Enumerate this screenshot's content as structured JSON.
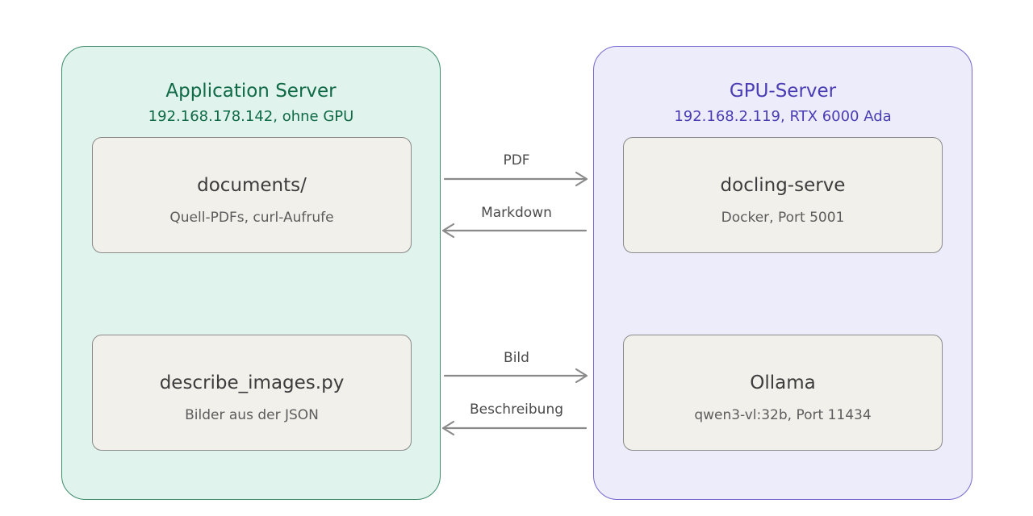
{
  "app_server": {
    "title": "Application Server",
    "subtitle": "192.168.178.142, ohne GPU",
    "boxes": [
      {
        "title": "documents/",
        "subtitle": "Quell-PDFs, curl-Aufrufe"
      },
      {
        "title": "describe_images.py",
        "subtitle": "Bilder aus der JSON"
      }
    ]
  },
  "gpu_server": {
    "title": "GPU-Server",
    "subtitle": "192.168.2.119, RTX 6000 Ada",
    "boxes": [
      {
        "title": "docling-serve",
        "subtitle": "Docker, Port 5001"
      },
      {
        "title": "Ollama",
        "subtitle": "qwen3-vl:32b, Port 11434"
      }
    ]
  },
  "arrows": {
    "pdf": "PDF",
    "markdown": "Markdown",
    "bild": "Bild",
    "beschreibung": "Beschreibung"
  },
  "colors": {
    "app_accent": "#0f6a47",
    "app_fill": "#e0f3ec",
    "gpu_accent": "#4a3db4",
    "gpu_fill": "#ececfb",
    "box_fill": "#f2f0eb",
    "arrow": "#8a8a8a"
  }
}
